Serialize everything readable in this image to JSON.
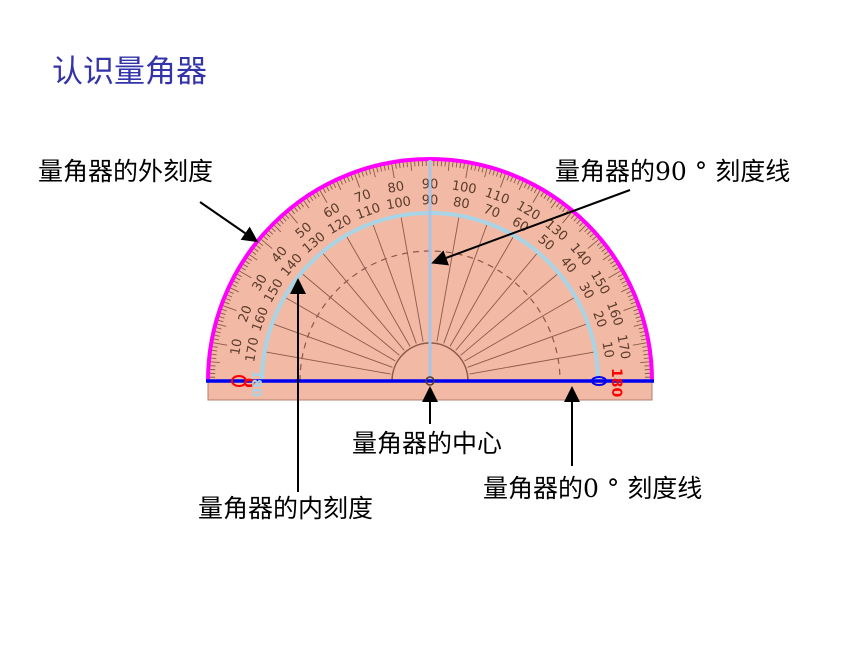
{
  "title": "认识量角器",
  "labels": {
    "outer_scale": "量角器的外刻度",
    "ninety_line": "量角器的90 ° 刻度线",
    "center": "量角器的中心",
    "zero_line": "量角器的0 ° 刻度线",
    "inner_scale": "量角器的内刻度"
  },
  "scale_numbers": {
    "outer": [
      "0",
      "10",
      "20",
      "30",
      "40",
      "50",
      "60",
      "70",
      "80",
      "90",
      "100",
      "110",
      "120",
      "130",
      "140",
      "150",
      "160",
      "170",
      "180"
    ],
    "inner": [
      "180",
      "170",
      "160",
      "150",
      "140",
      "130",
      "120",
      "110",
      "100",
      "90",
      "80",
      "70",
      "60",
      "50",
      "40",
      "30",
      "20",
      "10",
      "0"
    ]
  },
  "markers": {
    "left_zero": "0",
    "left_180": "180",
    "right_180": "180"
  },
  "colors": {
    "title": "#3333aa",
    "protractor_fill": "#f2b9a4",
    "outer_arc": "#ff00ff",
    "inner_arc": "#a8d4e6",
    "baseline": "#0000ee",
    "marker_red": "#ff0000"
  }
}
